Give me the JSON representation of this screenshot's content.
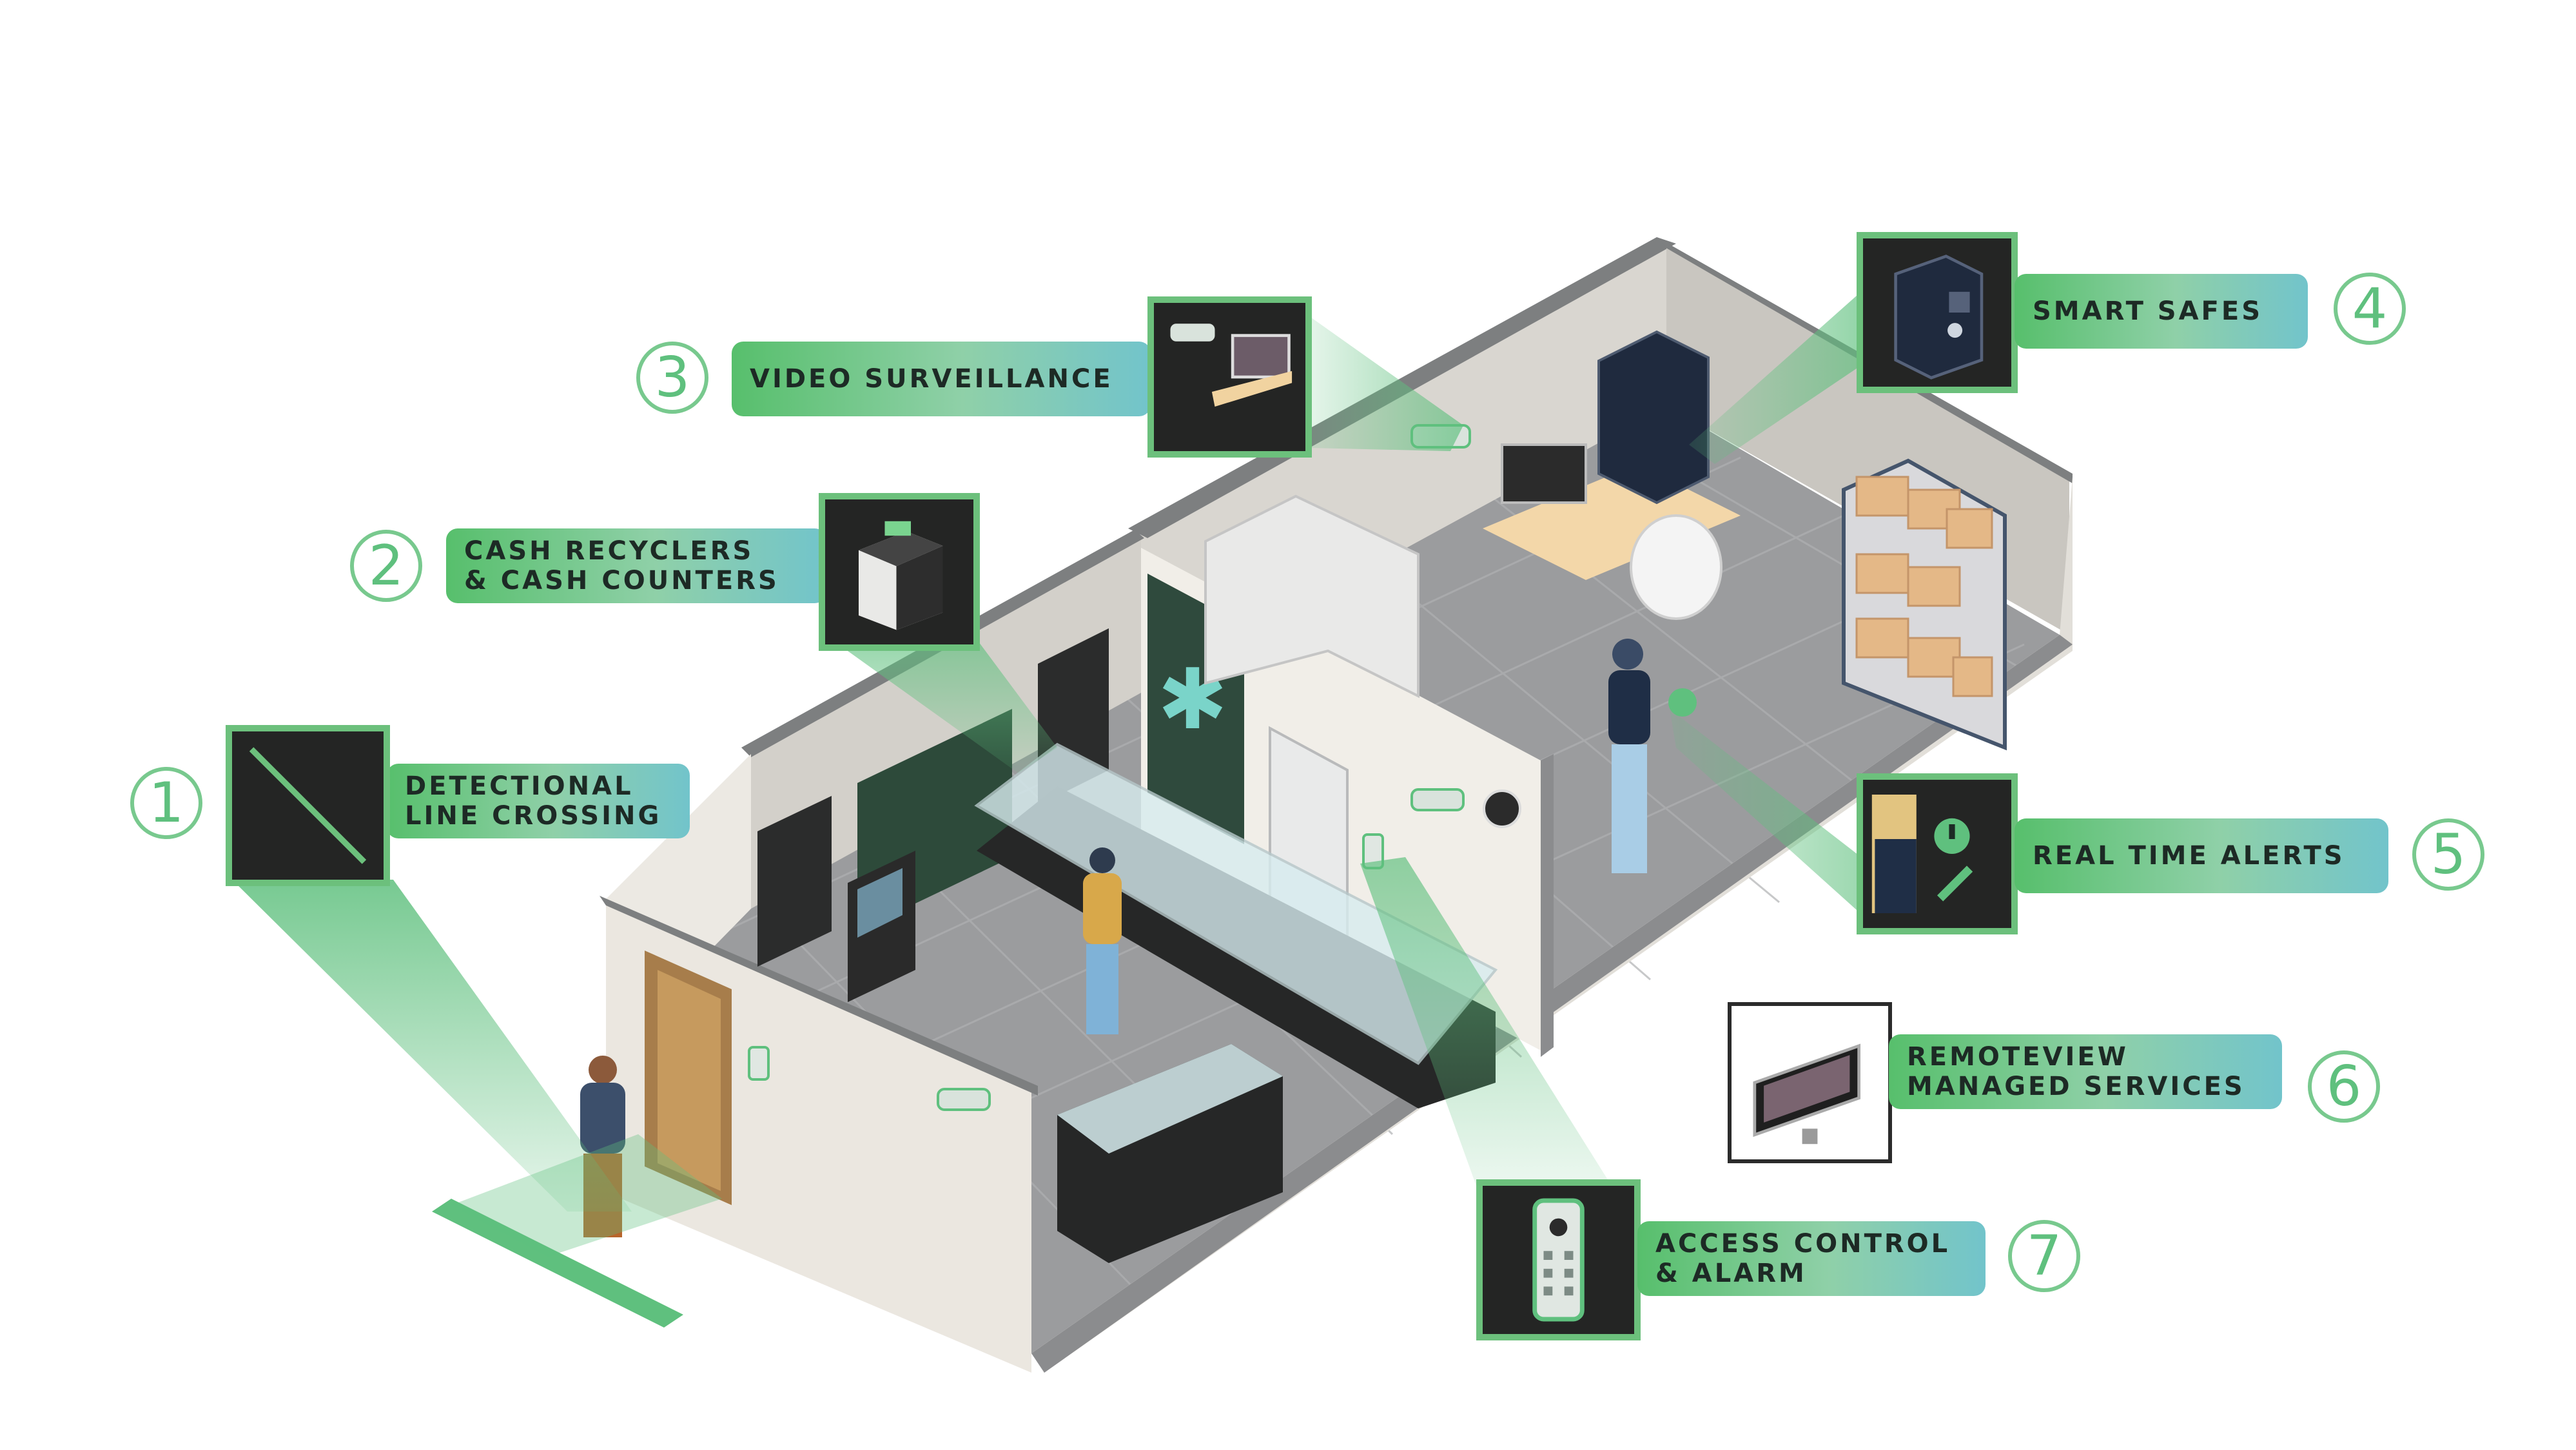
{
  "colors": {
    "accent_green": "#5fc07e",
    "pill_start": "#57bf6c",
    "pill_end": "#72c4cb",
    "thumbnail_bg": "#242524",
    "floor": "#9a9b9d",
    "wall": "#e8e5df"
  },
  "features": [
    {
      "number": "1",
      "lines": [
        "DETECTIONAL",
        "LINE CROSSING"
      ],
      "icon": "line-crossing-icon"
    },
    {
      "number": "2",
      "lines": [
        "CASH RECYCLERS",
        "& CASH COUNTERS"
      ],
      "icon": "cash-recycler-icon"
    },
    {
      "number": "3",
      "lines": [
        "VIDEO SURVEILLANCE"
      ],
      "icon": "security-camera-icon"
    },
    {
      "number": "4",
      "lines": [
        "SMART SAFES"
      ],
      "icon": "safe-icon"
    },
    {
      "number": "5",
      "lines": [
        "REAL TIME ALERTS"
      ],
      "icon": "alert-icon"
    },
    {
      "number": "6",
      "lines": [
        "REMOTEVIEW",
        "MANAGED SERVICES"
      ],
      "icon": "monitor-icon"
    },
    {
      "number": "7",
      "lines": [
        "ACCESS CONTROL",
        "& ALARM"
      ],
      "icon": "keypad-icon"
    }
  ]
}
